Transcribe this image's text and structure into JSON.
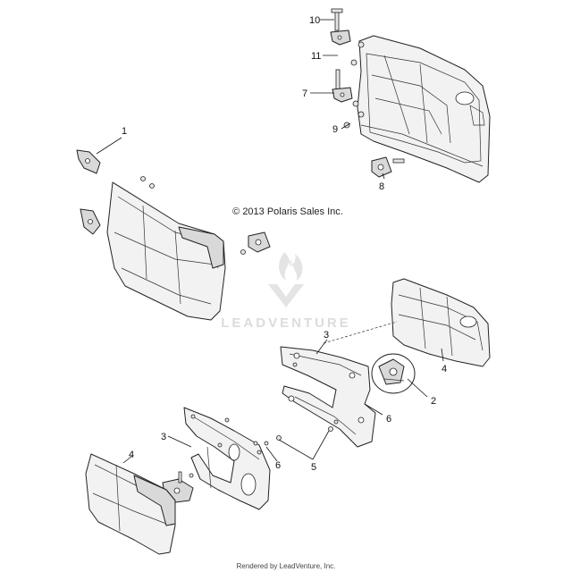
{
  "copyright": "© 2013 Polaris Sales Inc.",
  "watermark": "LEADVENTURE",
  "rendered_by": "Rendered by LeadVenture, Inc.",
  "callouts": {
    "c1": "1",
    "c2": "2",
    "c3a": "3",
    "c3b": "3",
    "c4a": "4",
    "c4b": "4",
    "c5": "5",
    "c6a": "6",
    "c6b": "6",
    "c7": "7",
    "c8": "8",
    "c9": "9",
    "c10": "10",
    "c11": "11"
  },
  "colors": {
    "line": "#222222",
    "part_fill": "#f2f2f2",
    "watermark": "#dcdcdc"
  }
}
